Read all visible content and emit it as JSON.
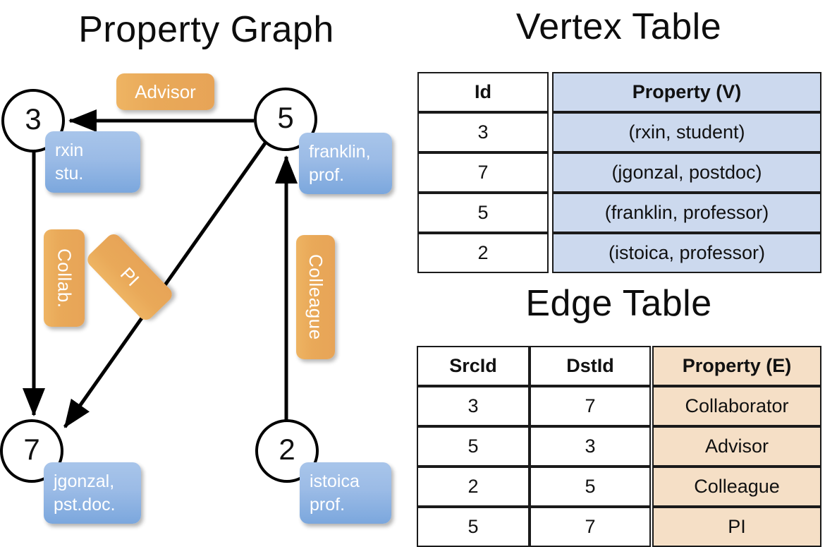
{
  "titles": {
    "property_graph": "Property Graph",
    "vertex_table": "Vertex Table",
    "edge_table": "Edge Table"
  },
  "graph": {
    "nodes": [
      {
        "id": "3",
        "property_lines": [
          "rxin",
          "stu."
        ]
      },
      {
        "id": "5",
        "property_lines": [
          "franklin,",
          "prof."
        ]
      },
      {
        "id": "7",
        "property_lines": [
          "jgonzal,",
          "pst.doc."
        ]
      },
      {
        "id": "2",
        "property_lines": [
          "istoica",
          "prof."
        ]
      }
    ],
    "edge_labels": [
      {
        "name": "advisor",
        "text": "Advisor"
      },
      {
        "name": "collab",
        "text": "Collab."
      },
      {
        "name": "pi",
        "text": "PI"
      },
      {
        "name": "colleague",
        "text": "Colleague"
      }
    ],
    "colors": {
      "vertex_property_fill": "#9bbbe6",
      "edge_property_fill": "#e9a959",
      "node_stroke": "#000000",
      "edge_stroke": "#000000"
    }
  },
  "vertex_table": {
    "headers": [
      "Id",
      "Property (V)"
    ],
    "rows": [
      {
        "id": "3",
        "property": "(rxin, student)"
      },
      {
        "id": "7",
        "property": "(jgonzal, postdoc)"
      },
      {
        "id": "5",
        "property": "(franklin, professor)"
      },
      {
        "id": "2",
        "property": "(istoica, professor)"
      }
    ],
    "property_fill": "#ccd9ee"
  },
  "edge_table": {
    "headers": [
      "SrcId",
      "DstId",
      "Property (E)"
    ],
    "rows": [
      {
        "src": "3",
        "dst": "7",
        "property": "Collaborator"
      },
      {
        "src": "5",
        "dst": "3",
        "property": "Advisor"
      },
      {
        "src": "2",
        "dst": "5",
        "property": "Colleague"
      },
      {
        "src": "5",
        "dst": "7",
        "property": "PI"
      }
    ],
    "property_fill": "#f5dfc6"
  }
}
